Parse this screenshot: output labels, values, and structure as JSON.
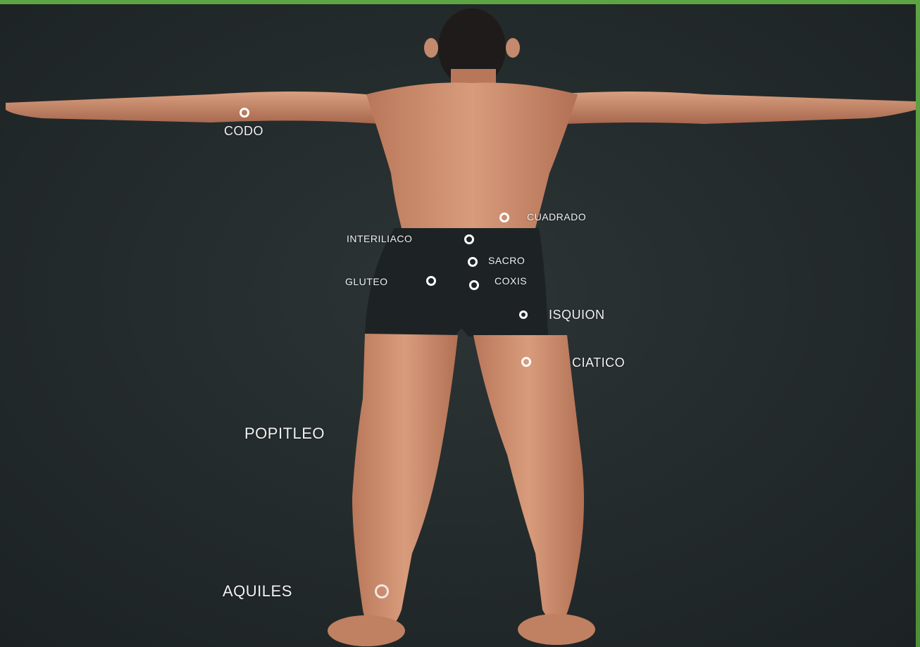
{
  "figure": {
    "background_color": "#222a2b",
    "skin_color": "#c98a6a",
    "marker_color": "#ffffff",
    "points": [
      {
        "id": "codo",
        "label": "CODO"
      },
      {
        "id": "cuadrado",
        "label": "CUADRADO"
      },
      {
        "id": "interiliaco",
        "label": "INTERILIACO"
      },
      {
        "id": "sacro",
        "label": "SACRO"
      },
      {
        "id": "gluteo",
        "label": "GLUTEO"
      },
      {
        "id": "coxis",
        "label": "COXIS"
      },
      {
        "id": "isquion",
        "label": "ISQUION"
      },
      {
        "id": "ciatico",
        "label": "CIATICO"
      },
      {
        "id": "popitleo",
        "label": "POPITLEO"
      },
      {
        "id": "aquiles",
        "label": "AQUILES"
      }
    ]
  }
}
